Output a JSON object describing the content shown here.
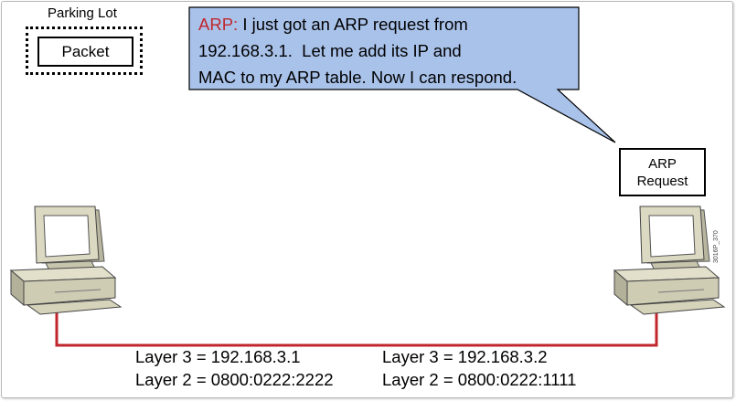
{
  "parking_lot": {
    "label": "Parking Lot",
    "packet_label": "Packet"
  },
  "callout": {
    "lead": "ARP:",
    "line1": " I just got an ARP request from",
    "line2": "192.168.3.1.  Let me add its IP and",
    "line3": "MAC to my ARP table. Now I can respond."
  },
  "arp_request": {
    "line1": "ARP",
    "line2": "Request"
  },
  "left_host": {
    "layer3": "Layer 3 = 192.168.3.1",
    "layer2": "Layer 2 = 0800:0222:2222"
  },
  "right_host": {
    "layer3": "Layer 3 = 192.168.3.2",
    "layer2": "Layer 2 = 0800:0222:1111"
  },
  "figure_code": "3016P_370",
  "colors": {
    "callout_fill": "#a9c2ea",
    "callout_lead": "#c0272d",
    "wire": "#c0272d",
    "computer_body": "#d9d6bf",
    "computer_shadow": "#9e9b86",
    "screen": "#ffffff"
  }
}
